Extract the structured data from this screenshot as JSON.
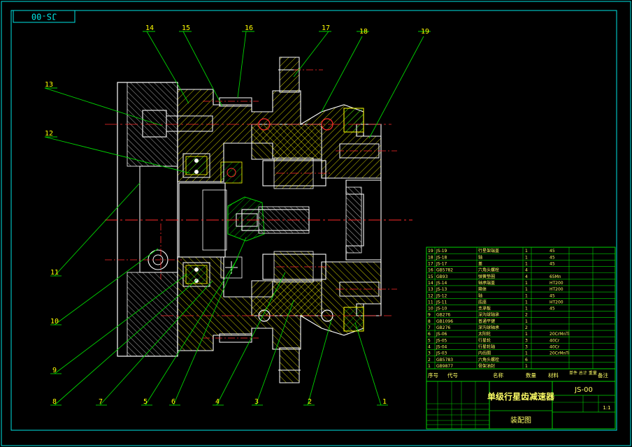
{
  "drawing_code": "JS-00",
  "balloon_numbers": [
    "1",
    "2",
    "3",
    "4",
    "5",
    "6",
    "7",
    "8",
    "9",
    "10",
    "11",
    "12",
    "13",
    "14",
    "15",
    "16",
    "17",
    "18",
    "19"
  ],
  "title_block": {
    "title": "单级行星齿减速器",
    "code": "JS-00",
    "scale": "1:1",
    "drawing_type": "装配图"
  },
  "bom_headers": [
    "序号",
    "代号",
    "名称",
    "数量",
    "材料",
    "单件 总计 重量",
    "备注"
  ],
  "bom_rows": [
    {
      "no": "19",
      "code": "JS-19",
      "name": "行星架端盖",
      "qty": "1",
      "mat": "45"
    },
    {
      "no": "18",
      "code": "JS-18",
      "name": "轴",
      "qty": "1",
      "mat": "45"
    },
    {
      "no": "17",
      "code": "JS-17",
      "name": "盖",
      "qty": "1",
      "mat": "45"
    },
    {
      "no": "16",
      "code": "GB5782",
      "name": "六角头螺栓",
      "qty": "4",
      "mat": ""
    },
    {
      "no": "15",
      "code": "GB93",
      "name": "弹簧垫圈",
      "qty": "4",
      "mat": "65Mn"
    },
    {
      "no": "14",
      "code": "JS-14",
      "name": "轴承端盖",
      "qty": "1",
      "mat": "HT200"
    },
    {
      "no": "13",
      "code": "JS-13",
      "name": "箱体",
      "qty": "1",
      "mat": "HT200"
    },
    {
      "no": "12",
      "code": "JS-12",
      "name": "轴",
      "qty": "1",
      "mat": "45"
    },
    {
      "no": "11",
      "code": "JS-11",
      "name": "底座",
      "qty": "1",
      "mat": "HT200"
    },
    {
      "no": "10",
      "code": "JS-10",
      "name": "支承板",
      "qty": "1",
      "mat": "45"
    },
    {
      "no": "9",
      "code": "GB276",
      "name": "深沟球轴承",
      "qty": "2",
      "mat": ""
    },
    {
      "no": "8",
      "code": "GB1096",
      "name": "普通平键",
      "qty": "1",
      "mat": ""
    },
    {
      "no": "7",
      "code": "GB276",
      "name": "深沟球轴承",
      "qty": "2",
      "mat": ""
    },
    {
      "no": "6",
      "code": "JS-06",
      "name": "太阳轮",
      "qty": "1",
      "mat": "20CrMnTi"
    },
    {
      "no": "5",
      "code": "JS-05",
      "name": "行星轮",
      "qty": "3",
      "mat": "40Cr"
    },
    {
      "no": "4",
      "code": "JS-04",
      "name": "行星轮轴",
      "qty": "3",
      "mat": "40Cr"
    },
    {
      "no": "3",
      "code": "JS-03",
      "name": "内齿圈",
      "qty": "1",
      "mat": "20CrMnTi"
    },
    {
      "no": "2",
      "code": "GB5783",
      "name": "六角头螺栓",
      "qty": "6",
      "mat": ""
    },
    {
      "no": "1",
      "code": "GB9877",
      "name": "骨架油封",
      "qty": "1",
      "mat": ""
    }
  ],
  "colors": {
    "background": "#000000",
    "border": "#00e5e5",
    "outline": "#ffffff",
    "leader": "#00d400",
    "hatch": "#ffff00",
    "center_line": "#ff2a2a",
    "table_text": "#ffff66"
  }
}
